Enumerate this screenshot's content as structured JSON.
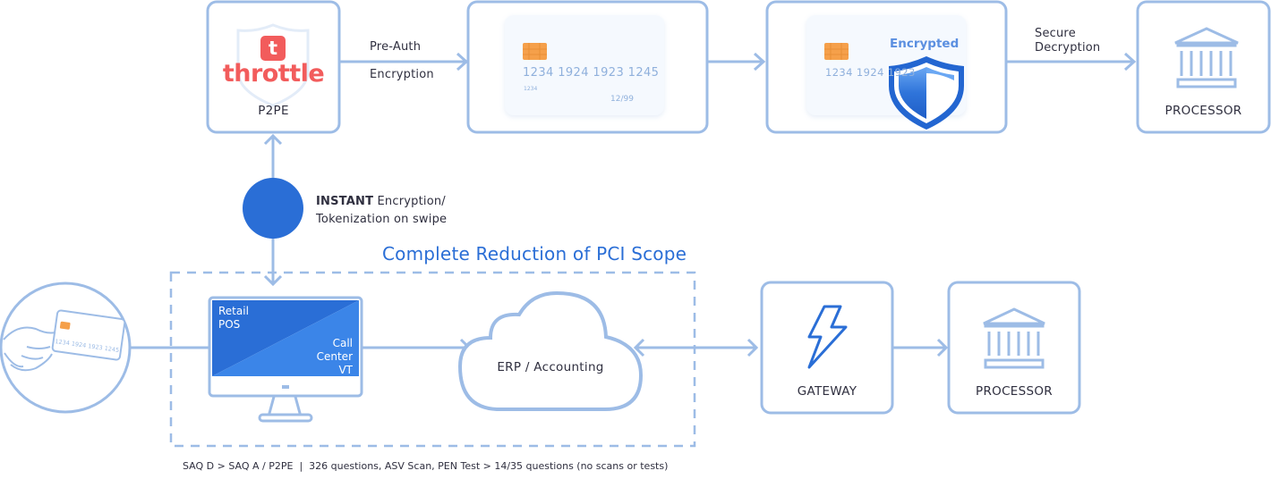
{
  "top_flow": {
    "p2pe_node": {
      "brand": "throttle",
      "brand_icon_letter": "t",
      "label": "P2PE",
      "brand_color": "#f25c5c"
    },
    "pre_auth_arrow": {
      "line1": "Pre-Auth",
      "line2": "Encryption"
    },
    "plain_card": {
      "number": "1234 1924 1923 1245",
      "small_number": "1234",
      "expiry": "12/99"
    },
    "encrypted_card": {
      "number_partial": "1234 1924 1923",
      "badge": "Encrypted"
    },
    "decrypt_arrow": {
      "line1": "Secure",
      "line2": "Decryption"
    },
    "processor_node": {
      "label": "PROCESSOR"
    }
  },
  "middle": {
    "instant_note": {
      "bold": "INSTANT",
      "rest": " Encryption/",
      "line2": "Tokenization on swipe"
    },
    "scope_title": "Complete Reduction of PCI Scope"
  },
  "bottom_flow": {
    "swipe_card": {
      "number": "1234 1924 1923 1245"
    },
    "terminal": {
      "top_left_line1": "Retail",
      "top_left_line2": "POS",
      "bottom_right_line1": "Call",
      "bottom_right_line2": "Center",
      "bottom_right_line3": "VT"
    },
    "erp_node": {
      "label": "ERP / Accounting"
    },
    "gateway_node": {
      "label": "GATEWAY"
    },
    "processor_node": {
      "label": "PROCESSOR"
    }
  },
  "footnote": "SAQ D > SAQ A / P2PE  |  326 questions, ASV Scan, PEN Test > 14/35 questions (no scans or tests)",
  "colors": {
    "line": "#9dbce6",
    "accent": "#2a6ed6",
    "text": "#2f2f3f",
    "chip": "#f5a04a"
  }
}
